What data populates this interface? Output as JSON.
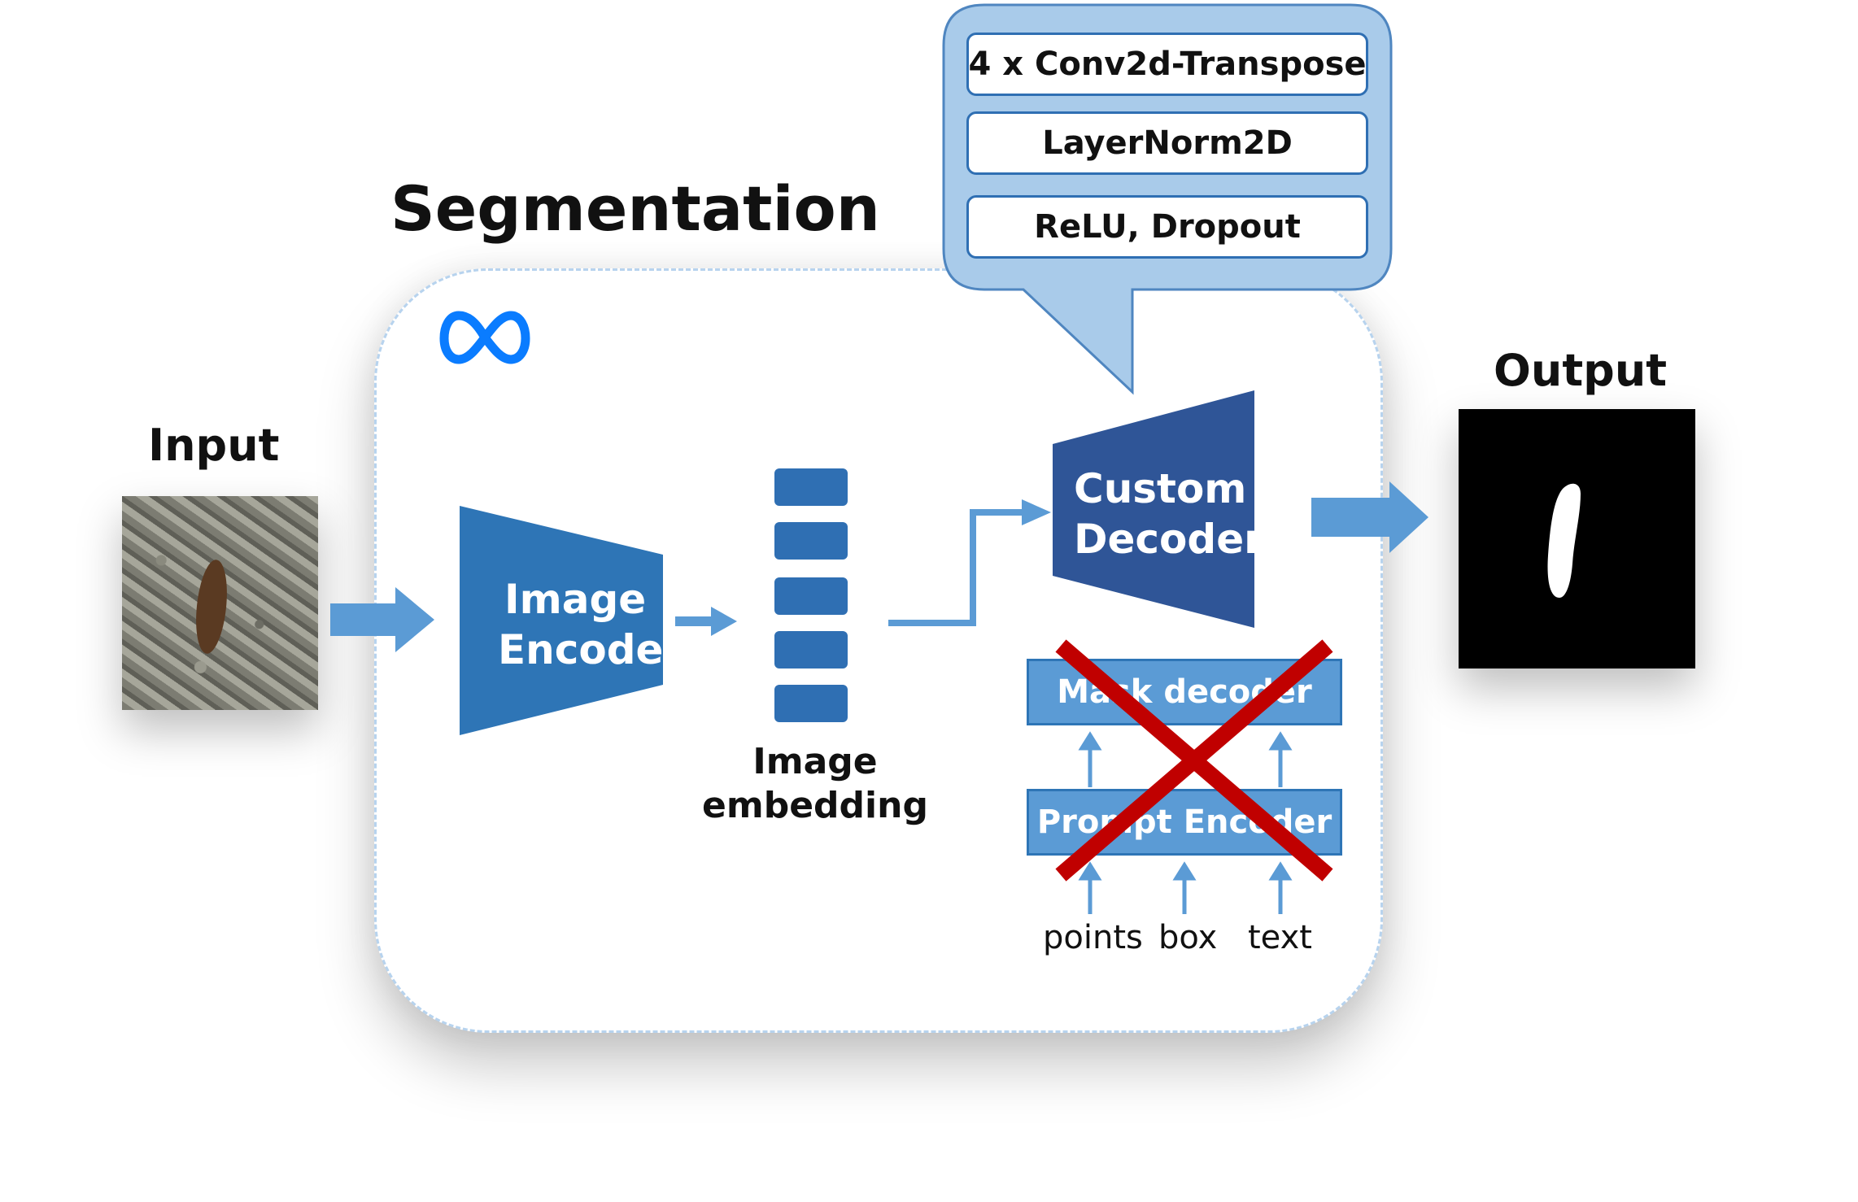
{
  "title": "Segmentation",
  "input": {
    "label": "Input"
  },
  "output": {
    "label": "Output"
  },
  "encoder": {
    "line1": "Image",
    "line2": "Encoder"
  },
  "embedding": {
    "line1": "Image",
    "line2": "embedding",
    "block_count": 5
  },
  "decoder": {
    "line1": "Custom",
    "line2": "Decoder"
  },
  "decoder_layers": [
    "4 x Conv2d-Transpose",
    "LayerNorm2D",
    "ReLU, Dropout"
  ],
  "removed": {
    "mask_decoder": "Mask decoder",
    "prompt_encoder": "Prompt Encoder",
    "prompts": [
      "points",
      "box",
      "text"
    ]
  },
  "logo": "meta-infinity-icon",
  "colors": {
    "primary": "#2e75b6",
    "dark_blue": "#2f5597",
    "light_blue": "#5b9bd5",
    "arrow": "#5b9bd5",
    "callout_bg": "#a9cbea",
    "cross": "#c00000"
  }
}
